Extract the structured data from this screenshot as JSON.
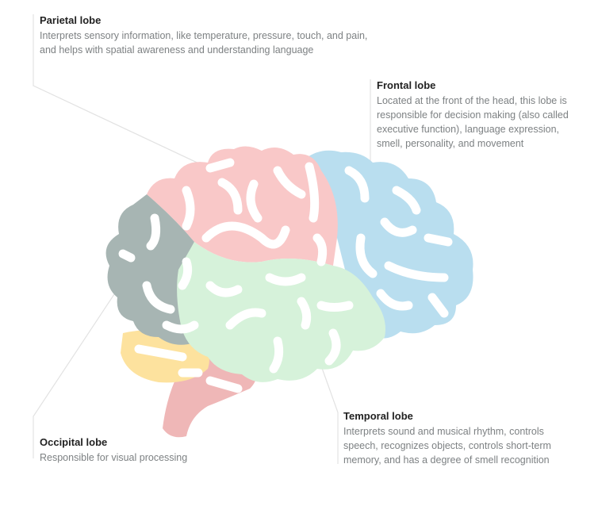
{
  "lobes": {
    "parietal": {
      "title": "Parietal lobe",
      "description": "Interprets sensory information, like temperature, pressure, touch, and pain, and helps with spatial awareness and understanding language",
      "color": "#f9c8c8"
    },
    "frontal": {
      "title": "Frontal lobe",
      "description": "Located at the front of the head, this lobe is responsible for decision making (also called executive function), language expression, smell, personality, and movement",
      "color": "#b9deef"
    },
    "temporal": {
      "title": "Temporal lobe",
      "description": "Interprets sound and musical rhythm, controls speech, recognizes objects, controls short-term memory, and has a degree of smell recognition",
      "color": "#d6f2da"
    },
    "occipital": {
      "title": "Occipital lobe",
      "description": "Responsible for visual processing",
      "color": "#a7b5b3"
    }
  },
  "other_colors": {
    "cerebellum": "#fde29e",
    "brainstem": "#efb7b7"
  }
}
